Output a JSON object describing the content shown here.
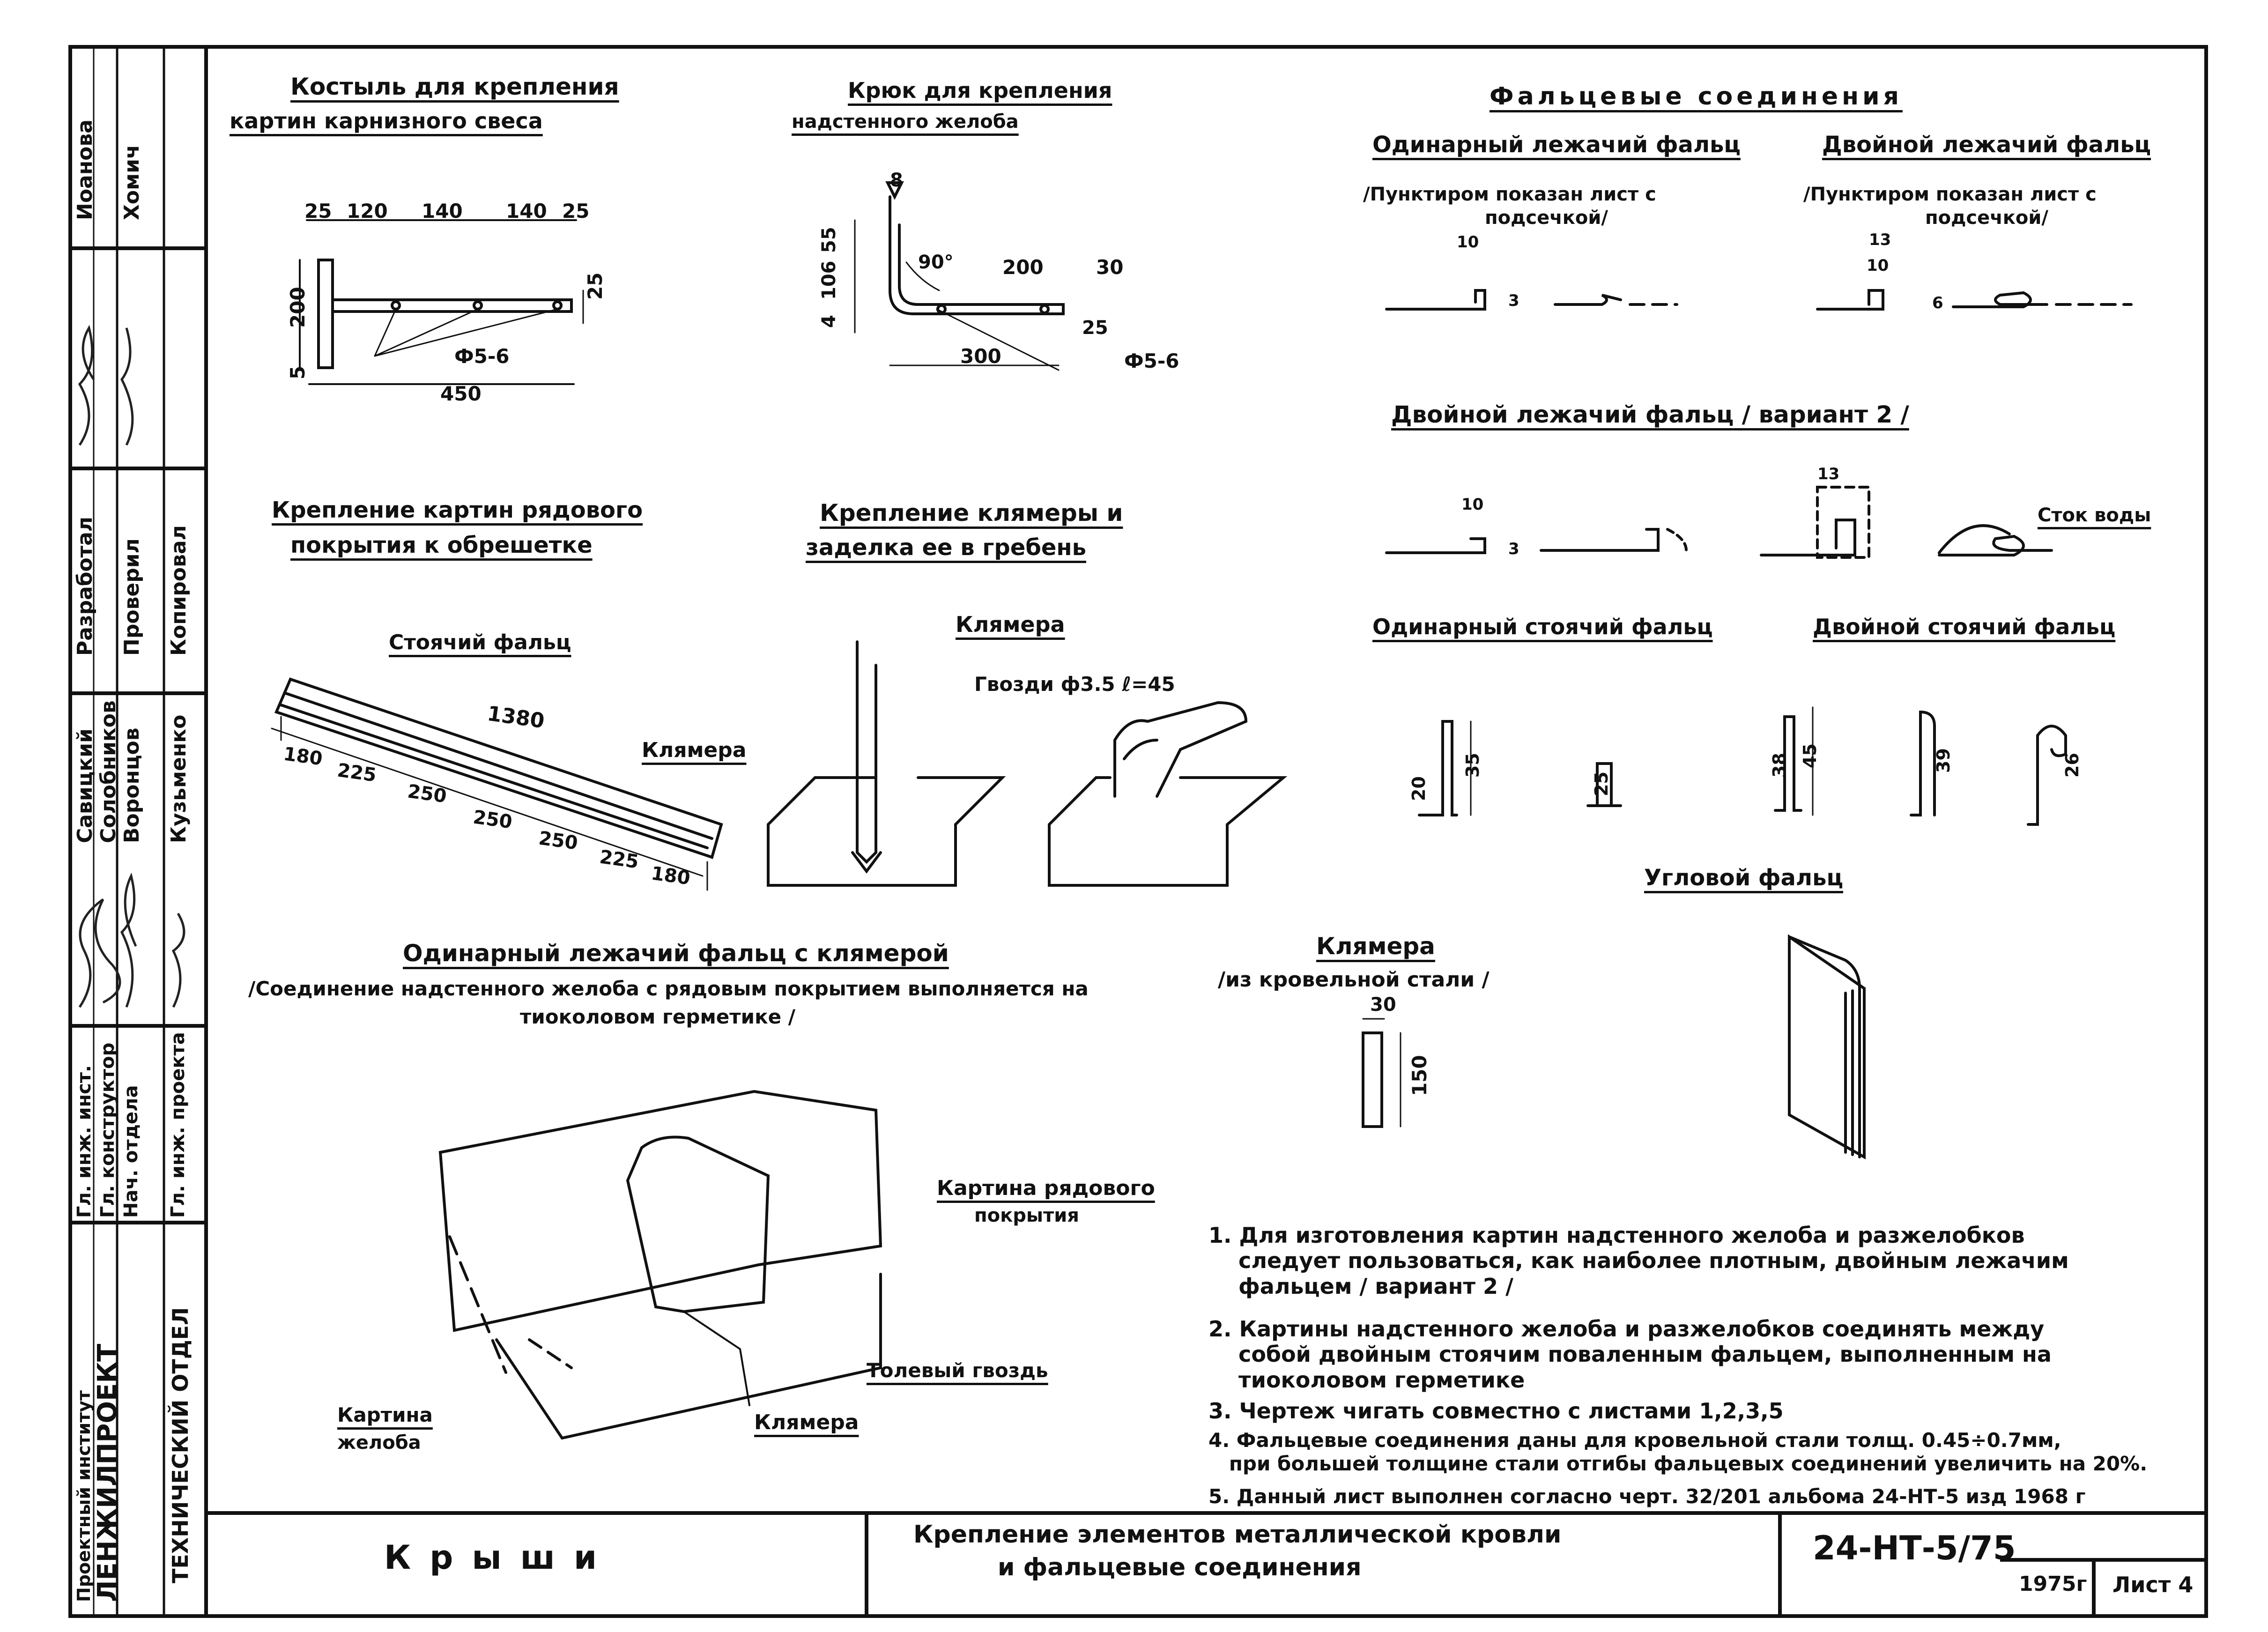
{
  "sidebar": {
    "institute_line1": "Проектный институт",
    "institute_line2": "ЛЕНЖИЛПРОЕКТ",
    "department": "ТЕХНИЧЕСКИЙ ОТДЕЛ",
    "roles": [
      "Гл. инж. инст.",
      "Гл. конструктор",
      "Нач. отдела",
      "Гл. инж. проекта"
    ],
    "role_names": [
      "Савицкий",
      "Солобников",
      "Воронцов",
      "Кузьменко"
    ],
    "top_roles": [
      "Разработал",
      "Проверил",
      "Копировал"
    ],
    "top_names": [
      "Иоанова",
      "Хомич"
    ]
  },
  "sections": {
    "kostyl_title1": "Костыль для крепления",
    "kostyl_title2": "картин карнизного свеса",
    "kryuk_title1": "Крюк для крепления",
    "kryuk_title2": "надстенного желоба",
    "fal_title": "Фальцевые соединения",
    "odin_lezh": "Одинарный лежачий фальц",
    "dvoin_lezh": "Двойной лежачий фальц",
    "punktir1": "/Пунктиром показан лист с",
    "punktir1b": "подсечкой/",
    "punktir2": "/Пунктиром показан лист с",
    "punktir2b": "подсечкой/",
    "dvoin_var2": "Двойной лежачий фальц / вариант 2 /",
    "stok": "Сток воды",
    "krep_kartin1": "Крепление картин рядового",
    "krep_kartin2": "покрытия к обрешетке",
    "krep_klyam1": "Крепление клямеры и",
    "krep_klyam2": "заделка ее в гребень",
    "stoyachiy": "Стоячий фальц",
    "klyamera": "Клямера",
    "gvozdi": "Гвозди ф3.5 ℓ=45",
    "odin_stoyach": "Одинарный стоячий фальц",
    "dvoin_stoyach": "Двойной стоячий фальц",
    "uglovoy": "Угловой фальц",
    "odin_klyam_title": "Одинарный лежачий фальц с клямерой",
    "odin_klyam_sub1": "/Соединение надстенного желоба с рядовым покрытием выполняется на",
    "odin_klyam_sub2": "тиоколовом герметике /",
    "klyamera_title": "Клямера",
    "klyamera_sub": "/из кровельной стали /",
    "kartina_ryad1": "Картина рядового",
    "kartina_ryad2": "покрытия",
    "tolevy": "Толевый гвоздь",
    "kartina_zhel1": "Картина",
    "kartina_zhel2": "желоба",
    "klyamera2": "Клямера"
  },
  "dims": {
    "k25a": "25",
    "k120": "120",
    "k140a": "140",
    "k140b": "140",
    "k25b": "25",
    "k200": "200",
    "k5": "5",
    "k450": "450",
    "kf56": "Ф5-6",
    "k25c": "25",
    "h8": "8",
    "h55": "55",
    "h106": "106",
    "h4": "4",
    "h90": "90°",
    "h200": "200",
    "h30": "30",
    "h300": "300",
    "h25": "25",
    "hf56": "Ф5-6",
    "f10": "10",
    "f3": "3",
    "f13": "13",
    "f10b": "10",
    "f6": "6",
    "v10": "10",
    "v3": "3",
    "v13": "13",
    "s20": "20",
    "s35": "35",
    "s25": "25",
    "s38": "38",
    "s45": "45",
    "s39": "39",
    "s26": "26",
    "c30": "30",
    "c150": "150",
    "r1380": "1380",
    "r180": "180",
    "r225": "225",
    "r250": "250",
    "r250b": "250",
    "r250c": "250",
    "r225b": "225",
    "r180b": "180"
  },
  "notes": [
    "1. Для изготовления картин надстенного желоба и разжелобков\n    следует пользоваться, как наиболее плотным, двойным лежачим\n    фальцем / вариант 2 /",
    "2. Картины надстенного желоба и разжелобков соединять между\n    собой двойным стоячим поваленным фальцем, выполненным на\n    тиоколовом герметике",
    "3. Чертеж чигать совместно с листами 1,2,3,5",
    "4. Фальцевые соединения даны для кровельной стали толщ. 0.45÷0.7мм,\n   при большей толщине стали отгибы фальцевых соединений увеличить на 20%.",
    "5. Данный лист выполнен согласно черт. 32/201 альбома 24-НТ-5 изд 1968 г"
  ],
  "titleblock": {
    "section": "Крыши",
    "title_line1": "Крепление элементов металлической кровли",
    "title_line2": "и фальцевые соединения",
    "code": "24-НТ-5/75",
    "year": "1975г",
    "sheet": "Лист 4"
  }
}
